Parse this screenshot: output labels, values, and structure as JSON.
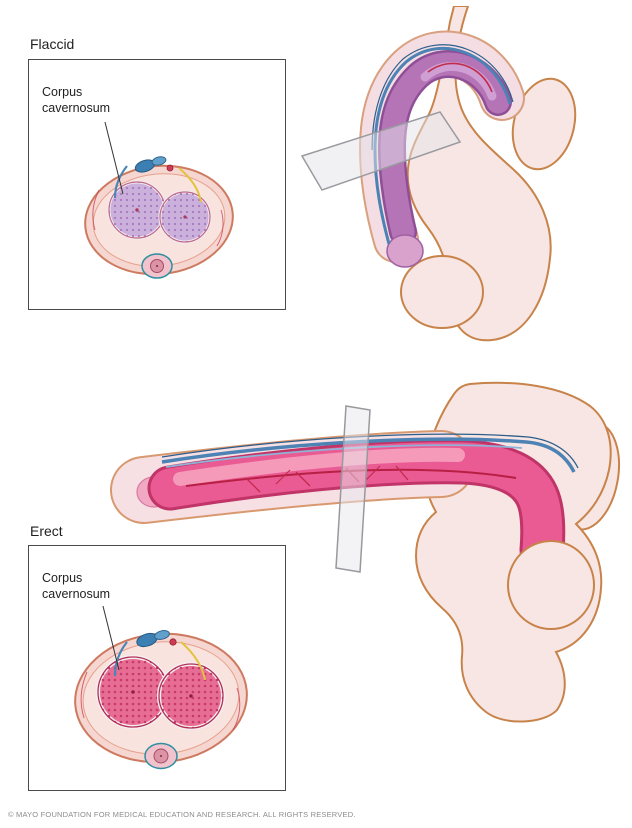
{
  "panels": {
    "flaccid": {
      "title": "Flaccid",
      "callout": "Corpus\ncavernosum"
    },
    "erect": {
      "title": "Erect",
      "callout": "Corpus\ncavernosum"
    }
  },
  "footer": {
    "copyright": "© MAYO FOUNDATION FOR MEDICAL EDUCATION AND RESEARCH. ALL RIGHTS RESERVED."
  },
  "colors": {
    "flaccid_corpus": "#ccb0dc",
    "flaccid_shaft": "#b574b6",
    "erect_corpus": "#e76d95",
    "erect_shaft": "#ea5b93",
    "skin": "#f7e6e3",
    "body_outline": "#c8834a",
    "vein_blue": "#4d82b4",
    "artery_red": "#c22b4b"
  }
}
